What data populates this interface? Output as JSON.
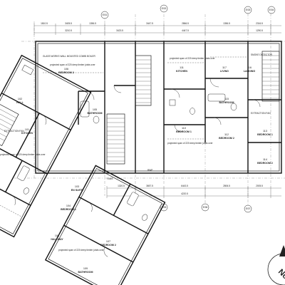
{
  "grid_markers": [
    "E/01",
    "E/02",
    "E/03",
    "E/04",
    "E/05",
    "E/06",
    "E/07"
  ],
  "top_dimensions": [
    "1810.5",
    "3405.5",
    "1356.5",
    "3447.5",
    "2866.5",
    "1356.5",
    "2316.5"
  ],
  "second_dimensions": [
    "3210.5",
    "3423.5",
    "4447.5",
    "1290.5"
  ],
  "bottom_dimensions": [
    "1320.5",
    "3657.5",
    "6443.5",
    "2806.5",
    "2005.5",
    "4220.5"
  ],
  "rooms": [
    {
      "label": "BEDROOM 2",
      "number": "106"
    },
    {
      "label": "KITCHEN",
      "number": "111"
    },
    {
      "label": "BEDROOM 2",
      "number": "112"
    },
    {
      "label": "LIVING",
      "number": "117"
    },
    {
      "label": "LANDING",
      "number": "116"
    },
    {
      "label": "BATHROOM",
      "number": "105"
    },
    {
      "label": "BATHROOM",
      "number": "115"
    },
    {
      "label": "BEDROOM 1",
      "number": "110"
    },
    {
      "label": "BEDROOM 1",
      "number": "113"
    },
    {
      "label": "BEDROOM 2",
      "number": "114"
    },
    {
      "label": "KITCHEN",
      "number": "101"
    },
    {
      "label": "HALL",
      "number": "102"
    },
    {
      "label": "EN SUITE",
      "number": "103"
    },
    {
      "label": "BEDROOM 1",
      "number": "104"
    },
    {
      "label": "BEDROOM 2",
      "number": "107"
    },
    {
      "label": "HALLWAY",
      "number": "108"
    },
    {
      "label": "BATHROOM",
      "number": "109"
    }
  ],
  "notes": {
    "span_note_1": "projected span of 220 deep timber joists over",
    "span_note_2": "projected span of 220 deep timber joists over",
    "span_note_3": "projected span of 220 deep timber joists over",
    "span_note_4": "projected span of 220 deep timber joists over",
    "span_note_5": "projected span of 220 deep timber joists over",
    "wall_note": "GLASS WORKS WALL MOUNTED COMBI BOILER",
    "extraction_1": "EXTRACTION FAN",
    "extraction_2": "EXTRACTION FAN",
    "smoke": "SMOKE DETECTOR",
    "fans": "FANS",
    "rwp": "RWP"
  },
  "north_label": "North"
}
